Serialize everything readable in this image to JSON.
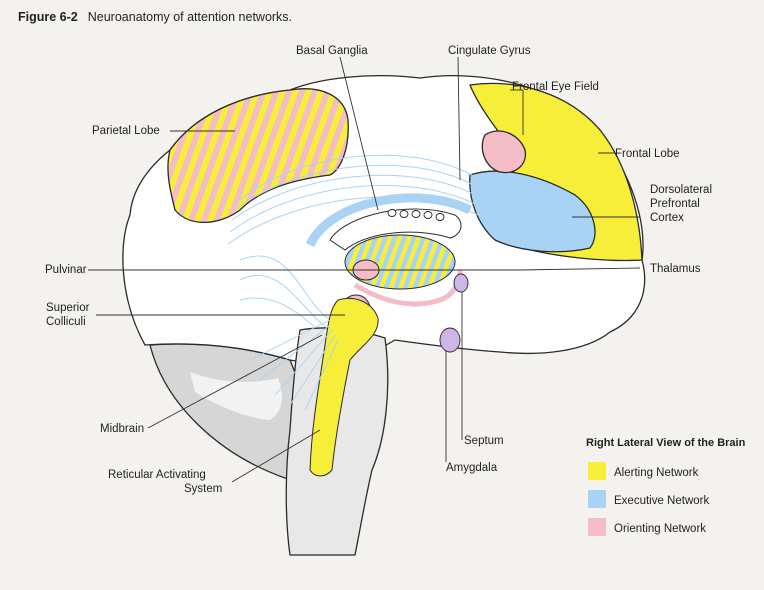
{
  "figure": {
    "number": "Figure 6-2",
    "caption": "Neuroanatomy of attention networks."
  },
  "labels": {
    "basal_ganglia": "Basal Ganglia",
    "cingulate_gyrus": "Cingulate Gyrus",
    "frontal_eye_field": "Frontal Eye Field",
    "parietal_lobe": "Parietal Lobe",
    "frontal_lobe": "Frontal Lobe",
    "dlpfc_line1": "Dorsolateral",
    "dlpfc_line2": "Prefrontal",
    "dlpfc_line3": "Cortex",
    "pulvinar": "Pulvinar",
    "thalamus": "Thalamus",
    "superior_colliculi_line1": "Superior",
    "superior_colliculi_line2": "Colliculi",
    "midbrain": "Midbrain",
    "septum": "Septum",
    "amygdala": "Amygdala",
    "ras_line1": "Reticular Activating",
    "ras_line2": "System"
  },
  "legend": {
    "title": "Right Lateral View of the Brain",
    "items": [
      {
        "label": "Alerting Network",
        "color": "#f7ee3a"
      },
      {
        "label": "Executive Network",
        "color": "#a9d3f5"
      },
      {
        "label": "Orienting Network",
        "color": "#f3bcc6"
      }
    ]
  },
  "colors": {
    "alerting": "#f7ee3a",
    "executive": "#a9d3f5",
    "orienting": "#f3bcc6",
    "cerebellum": "#d6d6d6",
    "brainstem": "#e8e8e8"
  }
}
